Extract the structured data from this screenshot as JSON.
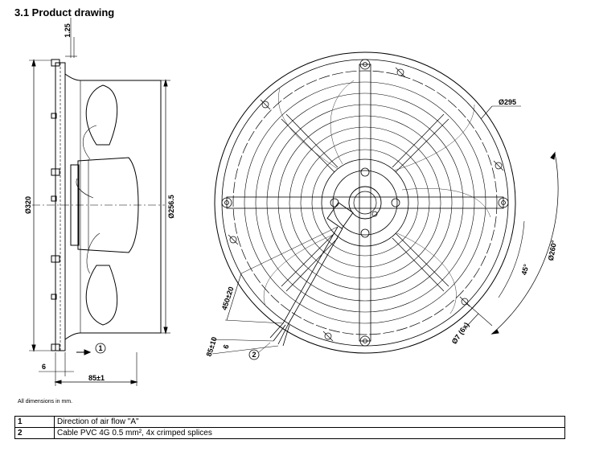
{
  "heading": "3.1 Product drawing",
  "dimensions": {
    "flange_thickness": "1.25",
    "outer_diameter": "Ø320",
    "inner_diameter": "Ø256.5",
    "depth_offset": "6",
    "overall_depth": "85±1",
    "guard_diameter": "Ø295",
    "bolt_circle": "Ø260°",
    "angle": "45°",
    "holes": "Ø7 (6x)",
    "cable_length": "450±20",
    "cable_strip": "85±10",
    "strip_end": "6"
  },
  "callouts": {
    "airflow": "1",
    "cable": "2"
  },
  "note": "All dimensions in mm.",
  "legend": [
    {
      "num": "1",
      "text": "Direction of air flow \"A\""
    },
    {
      "num": "2",
      "text": "Cable PVC 4G 0.5 mm², 4x crimped splices"
    }
  ]
}
